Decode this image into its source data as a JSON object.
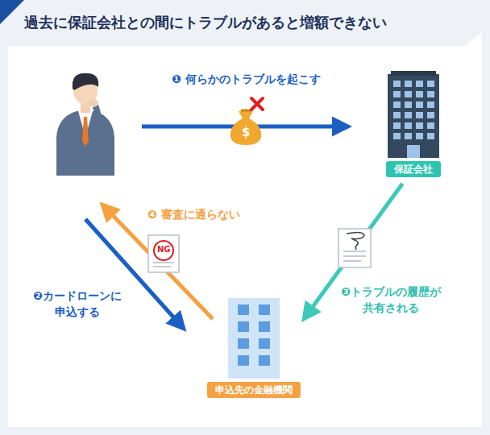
{
  "diagram": {
    "title": "過去に保証会社との間にトラブルがあると増額できない",
    "nodes": [
      {
        "text": [
          "保証会社"
        ]
      },
      {
        "text": [
          "申込先の金融機関"
        ]
      }
    ],
    "edges": [
      {
        "from": 0,
        "to": 1,
        "label": "❸トラブルの履歴が 共有される",
        "arrow": "to"
      }
    ],
    "labels": [
      "❶ 何らかのトラブルを起こす",
      "$",
      "❷カードローンに 申込する",
      "❹ 審査に通らない",
      "NG"
    ]
  }
}
